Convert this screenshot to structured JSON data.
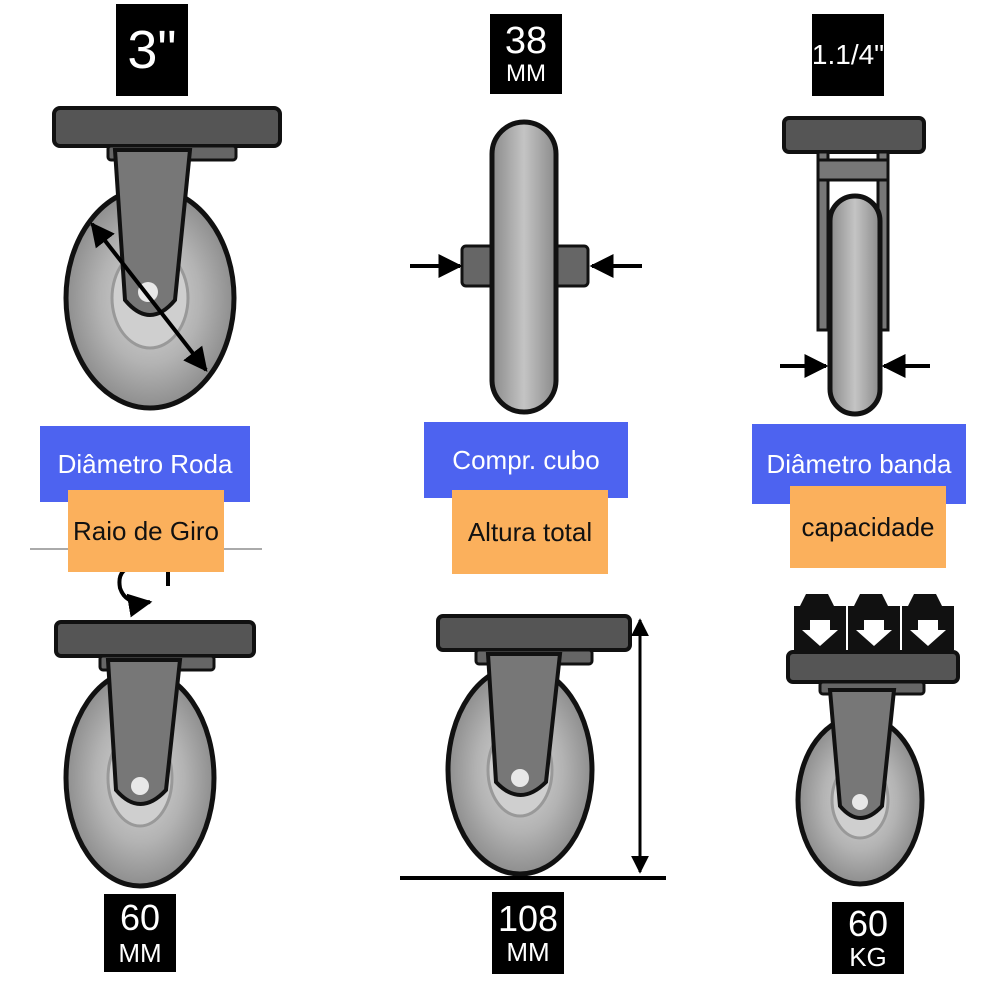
{
  "columns": [
    {
      "top_value": "3\"",
      "top_unit": "",
      "blue_label": "Diâmetro Roda",
      "orange_label": "Raio de Giro",
      "bottom_value": "60",
      "bottom_unit": "MM"
    },
    {
      "top_value": "38",
      "top_unit": "MM",
      "blue_label": "Compr. cubo",
      "orange_label": "Altura total",
      "bottom_value": "108",
      "bottom_unit": "MM"
    },
    {
      "top_value": "1.1/4\"",
      "top_unit": "",
      "blue_label": "Diâmetro banda",
      "orange_label": "capacidade",
      "bottom_value": "60",
      "bottom_unit": "KG"
    }
  ],
  "colors": {
    "blue": "#4d63f0",
    "orange": "#fbb05c",
    "plate": "#555555",
    "wheel": "#999999"
  },
  "icons": [
    "caster-wheel-icon",
    "swivel-arrow-icon",
    "weight-icon",
    "dimension-arrow-icon"
  ]
}
